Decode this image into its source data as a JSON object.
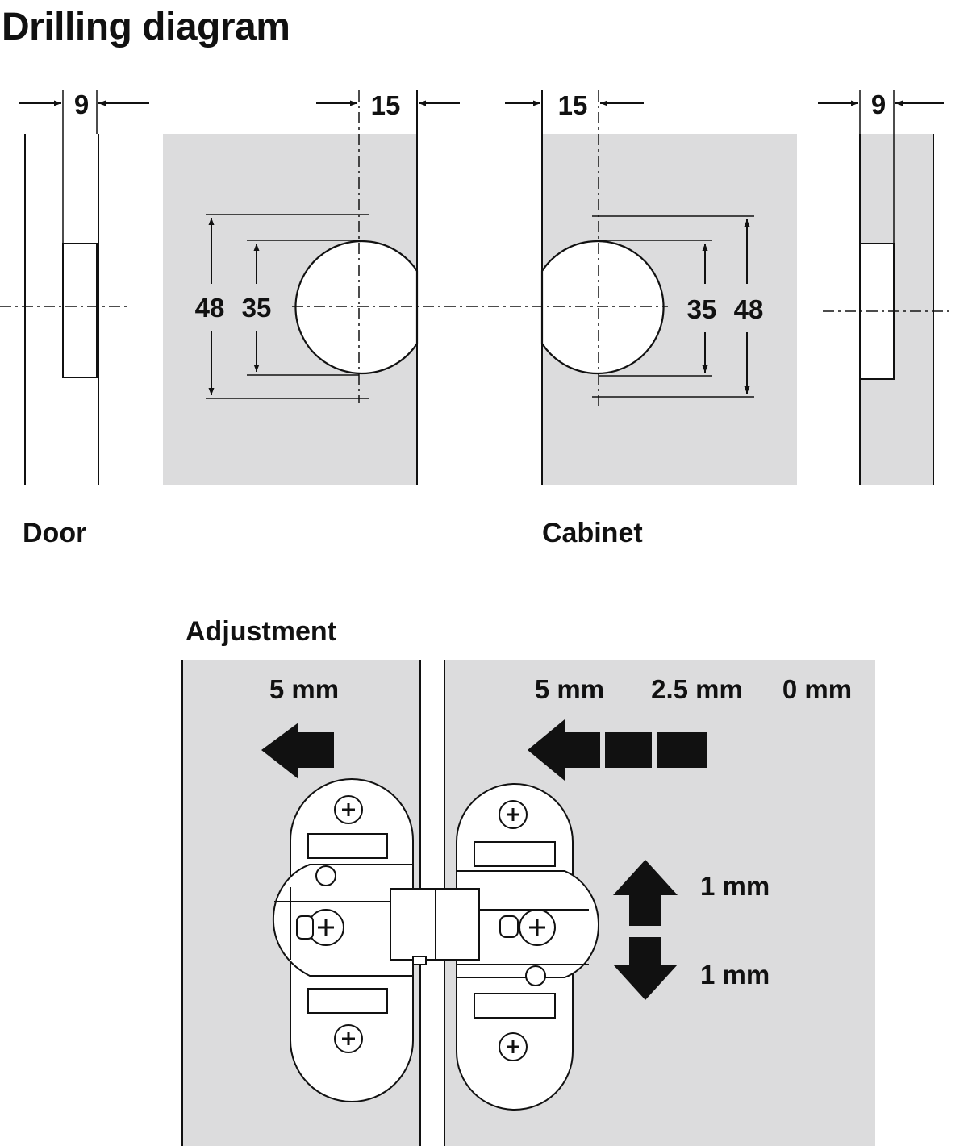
{
  "title": "Drilling diagram",
  "labels": {
    "door": "Door",
    "cabinet": "Cabinet",
    "adjustment": "Adjustment"
  },
  "dimensions": {
    "door_edge_offset": "9",
    "door_cup_offset": "15",
    "cabinet_cup_offset": "15",
    "cabinet_edge_offset": "9",
    "door_outer_height": "48",
    "door_cup_diameter": "35",
    "cabinet_cup_diameter": "35",
    "cabinet_outer_height": "48"
  },
  "adjustment": {
    "door_side": "5 mm",
    "cabinet_steps": [
      "5 mm",
      "2.5 mm",
      "0 mm"
    ],
    "vertical_up": "1 mm",
    "vertical_down": "1 mm"
  },
  "colors": {
    "panel": "#dcdcdd",
    "line": "#111111",
    "hinge": "#ffffff"
  }
}
